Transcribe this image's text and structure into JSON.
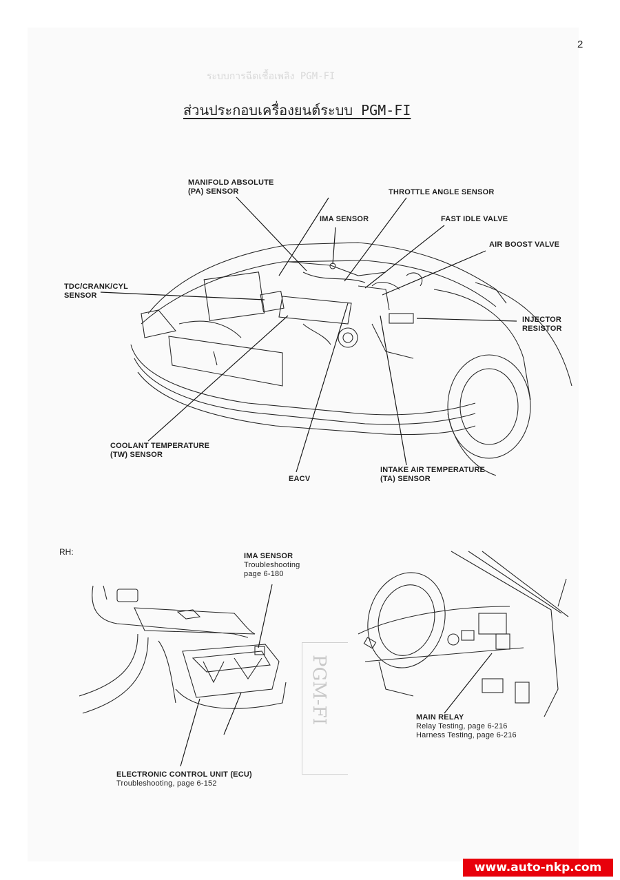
{
  "page": {
    "number": "2",
    "title": "ส่วนประกอบเครื่องยนต์ระบบ PGM-FI",
    "ghost_header": "ระบบการฉีดเชื้อเพลิง PGM-FI"
  },
  "engine_diagram": {
    "labels": {
      "map_sensor": [
        "MANIFOLD ABSOLUTE",
        "(PA) SENSOR"
      ],
      "throttle_angle_sensor": "THROTTLE ANGLE SENSOR",
      "ima_sensor": "IMA SENSOR",
      "fast_idle_valve": "FAST IDLE VALVE",
      "air_boost_valve": "AIR BOOST VALVE",
      "tdc_sensor": [
        "TDC/CRANK/CYL",
        "SENSOR"
      ],
      "injector_resistor": [
        "INJECTOR",
        "RESISTOR"
      ],
      "coolant_sensor": [
        "COOLANT TEMPERATURE",
        "(TW) SENSOR"
      ],
      "eacv": "EACV",
      "intake_air_sensor": [
        "INTAKE AIR TEMPERATURE",
        "(TA) SENSOR"
      ]
    }
  },
  "interior_diagram": {
    "side_label": "RH:",
    "ima_sensor": {
      "title": "IMA SENSOR",
      "line1": "Troubleshooting",
      "line2": "page 6-180"
    },
    "ecu": {
      "title": "ELECTRONIC CONTROL UNIT (ECU)",
      "line1": "Troubleshooting, page 6-152"
    },
    "main_relay": {
      "title": "MAIN RELAY",
      "line1": "Relay Testing, page 6-216",
      "line2": "Harness Testing, page 6-216"
    },
    "handwritten_note": "PGM-FI"
  },
  "watermark": {
    "text": "www.auto-nkp.com",
    "color": "#e8000b"
  }
}
